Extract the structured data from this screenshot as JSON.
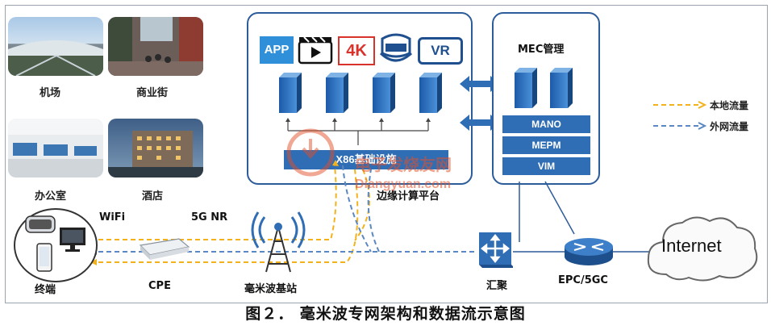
{
  "scenes": {
    "airport": "机场",
    "street": "商业街",
    "office": "办公室",
    "hotel": "酒店"
  },
  "terminal": "终端",
  "links": {
    "wifi": "WiFi",
    "nr": "5G NR"
  },
  "cpe": "CPE",
  "base_station": "毫米波基站",
  "edge": {
    "app_label": "APP",
    "k4_label": "4K",
    "vr_label": "VR",
    "x86": "X86基础设施",
    "title": "边缘计算平台"
  },
  "mec": {
    "title": "MEC管理",
    "layers": [
      "MANO",
      "MEPM",
      "VIM"
    ]
  },
  "aggregation": "汇聚",
  "core": "EPC/5GC",
  "internet": "Internet",
  "legend": {
    "local": "本地流量",
    "external": "外网流量"
  },
  "watermark": {
    "cn": "电子发烧友网",
    "url": "Diangyuan.com"
  },
  "caption": "图２．  毫米波专网架构和数据流示意图",
  "colors": {
    "brand_blue": "#2f6db5",
    "box_border": "#2d5c9b",
    "local_flow": "#f2b21e",
    "external_flow": "#5b88c2"
  }
}
